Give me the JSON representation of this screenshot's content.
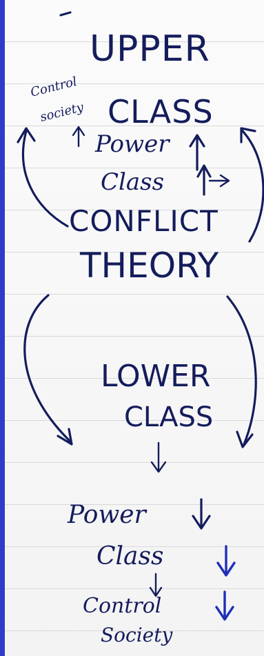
{
  "notes": {
    "upper": {
      "title_line1": "UPPER",
      "title_line2": "CLASS",
      "side_note_line1": "Control",
      "side_note_line2": "society",
      "power_label": "Power",
      "class_label": "Class"
    },
    "center": {
      "line1": "CONFLICT",
      "line2": "THEORY"
    },
    "lower": {
      "title_line1": "LOWER",
      "title_line2": "CLASS",
      "power_label": "Power",
      "class_label": "Class",
      "control_line1": "Control",
      "control_line2": "Society"
    }
  },
  "colors": {
    "ink": "#141c5c",
    "blue_ink": "#1f2fb8",
    "margin_line": "#2e3cc9",
    "ruled_lines": "#d9d9d9"
  },
  "icons": [
    "up-arrow-icon",
    "down-arrow-icon",
    "right-arrow-icon",
    "curved-arrow-icon"
  ]
}
